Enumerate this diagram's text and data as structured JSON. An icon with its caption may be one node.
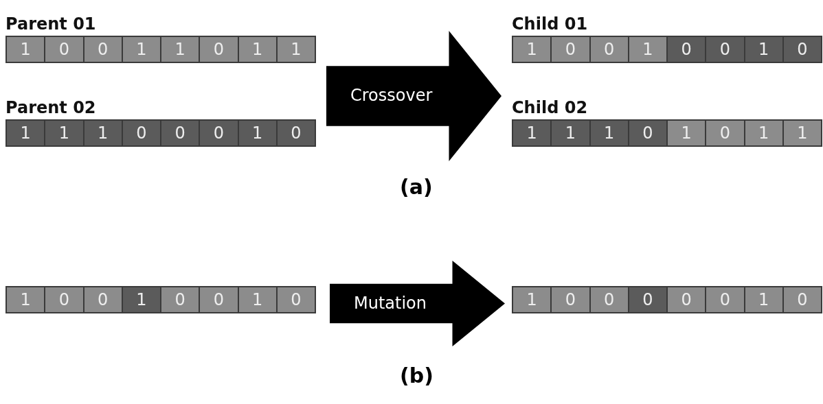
{
  "diagram": {
    "nodes": [
      {
        "text": [
          "Parent 01"
        ]
      },
      {
        "text": [
          "1"
        ],
        "in": 0
      },
      {
        "text": [
          "0"
        ],
        "in": 0
      },
      {
        "text": [
          "0"
        ],
        "in": 0
      },
      {
        "text": [
          "1"
        ],
        "in": 0
      },
      {
        "text": [
          "1"
        ],
        "in": 0
      },
      {
        "text": [
          "0"
        ],
        "in": 0
      },
      {
        "text": [
          "1"
        ],
        "in": 0
      },
      {
        "text": [
          "1"
        ],
        "in": 0
      },
      {
        "text": [
          "Child 01"
        ]
      },
      {
        "text": [
          "1"
        ],
        "in": 9
      },
      {
        "text": [
          "0"
        ],
        "in": 9
      },
      {
        "text": [
          "0"
        ],
        "in": 9
      },
      {
        "text": [
          "1"
        ],
        "in": 9
      },
      {
        "text": [
          "0"
        ],
        "in": 9
      },
      {
        "text": [
          "0"
        ],
        "in": 9
      },
      {
        "text": [
          "1"
        ],
        "in": 9
      },
      {
        "text": [
          "0"
        ],
        "in": 9
      },
      {
        "text": [
          "Parent 02"
        ]
      },
      {
        "text": [
          "1"
        ],
        "in": 18
      },
      {
        "text": [
          "1"
        ],
        "in": 18
      },
      {
        "text": [
          "1"
        ],
        "in": 18
      },
      {
        "text": [
          "0"
        ],
        "in": 18
      },
      {
        "text": [
          "0"
        ],
        "in": 18
      },
      {
        "text": [
          "0"
        ],
        "in": 18
      },
      {
        "text": [
          "1"
        ],
        "in": 18
      },
      {
        "text": [
          "0"
        ],
        "in": 18
      },
      {
        "text": [
          "Child 02"
        ]
      },
      {
        "text": [
          "1"
        ],
        "in": 27
      },
      {
        "text": [
          "1"
        ],
        "in": 27
      },
      {
        "text": [
          "1"
        ],
        "in": 27
      },
      {
        "text": [
          "0"
        ],
        "in": 27
      },
      {
        "text": [
          "1"
        ],
        "in": 27
      },
      {
        "text": [
          "0"
        ],
        "in": 27
      },
      {
        "text": [
          "1"
        ],
        "in": 27
      },
      {
        "text": [
          "1"
        ],
        "in": 27
      },
      {
        "text": [],
        "shape": "bar"
      },
      {
        "text": [
          "1"
        ],
        "in": 36
      },
      {
        "text": [
          "0"
        ],
        "in": 36
      },
      {
        "text": [
          "0"
        ],
        "in": 36
      },
      {
        "text": [
          "1"
        ],
        "in": 36
      },
      {
        "text": [
          "0"
        ],
        "in": 36
      },
      {
        "text": [
          "0"
        ],
        "in": 36
      },
      {
        "text": [
          "1"
        ],
        "in": 36
      },
      {
        "text": [
          "0"
        ],
        "in": 36
      },
      {
        "text": [],
        "shape": "bar"
      },
      {
        "text": [
          "1"
        ],
        "in": 45
      },
      {
        "text": [
          "0"
        ],
        "in": 45
      },
      {
        "text": [
          "0"
        ],
        "in": 45
      },
      {
        "text": [
          "0"
        ],
        "in": 45
      },
      {
        "text": [
          "0"
        ],
        "in": 45
      },
      {
        "text": [
          "0"
        ],
        "in": 45
      },
      {
        "text": [
          "1"
        ],
        "in": 45
      },
      {
        "text": [
          "0"
        ],
        "in": 45
      }
    ],
    "edges": [
      {
        "from": 0,
        "to": 9,
        "arrow": "to",
        "label": "Crossover"
      },
      {
        "from": 0,
        "to": 27,
        "arrow": "to"
      },
      {
        "from": 18,
        "to": 9,
        "arrow": "to"
      },
      {
        "from": 18,
        "to": 27,
        "arrow": "to"
      },
      {
        "from": 36,
        "to": 45,
        "arrow": "to",
        "label": "Mutation"
      }
    ],
    "labels": [
      "(a)",
      "(b)"
    ]
  }
}
